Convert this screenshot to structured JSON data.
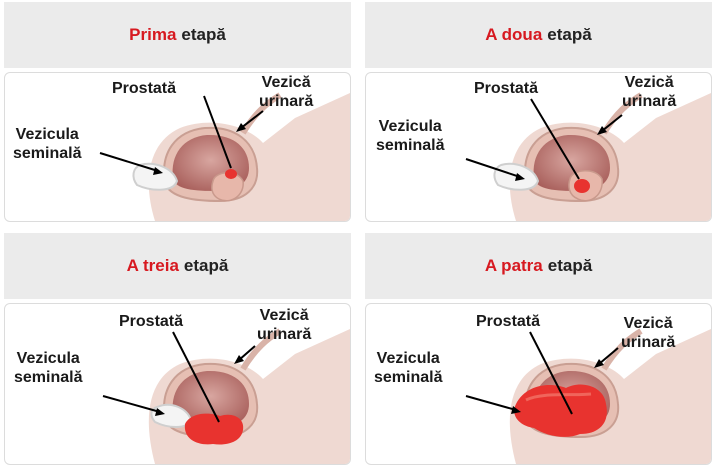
{
  "stages": [
    {
      "accent": "Prima",
      "rest": "etapă",
      "tumor_level": 1
    },
    {
      "accent": "A doua",
      "rest": "etapă",
      "tumor_level": 2
    },
    {
      "accent": "A treia",
      "rest": "etapă",
      "tumor_level": 3
    },
    {
      "accent": "A patra",
      "rest": "etapă",
      "tumor_level": 4
    }
  ],
  "labels": {
    "prostate": "Prostată",
    "bladder_line1": "Vezică",
    "bladder_line2": "urinară",
    "vesicle_line1": "Vezicula",
    "vesicle_line2": "seminală"
  },
  "colors": {
    "accent": "#d71920",
    "header_bg": "#ebebeb",
    "tissue": "#e8c3b8",
    "bladder_inner": "#c98a87",
    "tumor": "#e8332f"
  }
}
